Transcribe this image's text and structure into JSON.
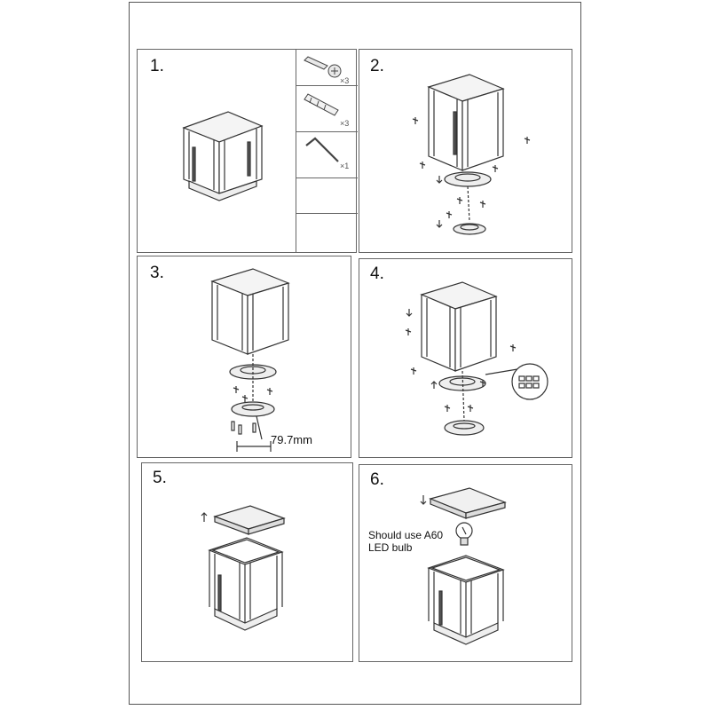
{
  "steps": [
    {
      "label": "1."
    },
    {
      "label": "2."
    },
    {
      "label": "3."
    },
    {
      "label": "4."
    },
    {
      "label": "5."
    },
    {
      "label": "6."
    }
  ],
  "parts": [
    {
      "icon": "screw-icon",
      "qty": "×3"
    },
    {
      "icon": "wall-plug-icon",
      "qty": "×3"
    },
    {
      "icon": "allen-key-icon",
      "qty": "×1"
    }
  ],
  "dimension": "79.7mm",
  "bulb_note": {
    "line1": "Should use A60",
    "line2": "LED bulb"
  }
}
